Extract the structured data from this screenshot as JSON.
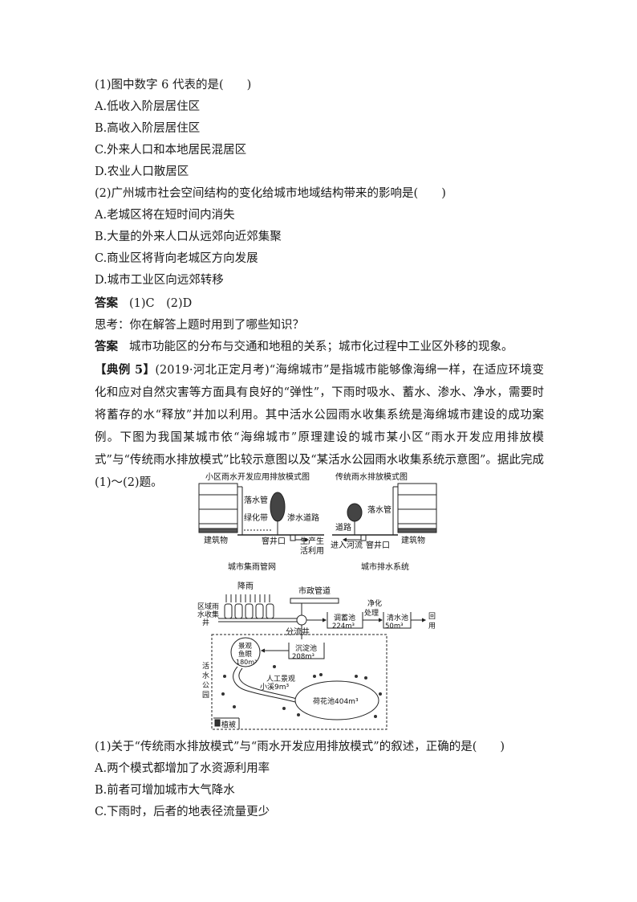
{
  "q1": {
    "stem": "(1)图中数字 6 代表的是(　　)",
    "options": [
      "A.低收入阶层居住区",
      "B.高收入阶层居住区",
      "C.外来人口和本地居民混居区",
      "D.农业人口散居区"
    ]
  },
  "q2": {
    "stem": "(2)广州城市社会空间结构的变化给城市地域结构带来的影响是(　　)",
    "options": [
      "A.老城区将在短时间内消失",
      "B.大量的外来人口从远郊向近郊集聚",
      "C.商业区将背向老城区方向发展",
      "D.城市工业区向远郊转移"
    ]
  },
  "answer1": {
    "label": "答案",
    "text": "(1)C　(2)D"
  },
  "think": "思考：你在解答上题时用到了哪些知识？",
  "answer2": {
    "label": "答案",
    "text": "城市功能区的分布与交通和地租的关系；城市化过程中工业区外移的现象。"
  },
  "example": {
    "label": "【典例 5】",
    "text": "(2019·河北正定月考)“海绵城市”是指城市能够像海绵一样，在适应环境变化和应对自然灾害等方面具有良好的“弹性”，下雨时吸水、蓄水、渗水、净水，需要时将蓄存的水“释放”并加以利用。其中活水公园雨水收集系统是海绵城市建设的成功案例。下图为我国某城市依“海绵城市”原理建设的城市某小区“雨水开发应用排放模式”与“传统雨水排放模式”比较示意图以及“某活水公园雨水收集系统示意图”。据此完成(1)～(2)题。"
  },
  "figure": {
    "left_title": "小区雨水开发应用排放模式图",
    "right_title": "传统雨水排放模式图",
    "left_labels": {
      "pipe": "落水管",
      "green": "绿化带",
      "road": "渗水道路",
      "building": "建筑物",
      "well": "窨井口",
      "use1": "生产生",
      "use2": "活利用"
    },
    "right_labels": {
      "pipe": "落水管",
      "road": "道路",
      "river": "进入河流",
      "well": "窨井口",
      "building": "建筑物"
    },
    "caption_left": "城市集雨管网",
    "caption_right": "城市排水系统",
    "flow": {
      "rain": "降雨",
      "collect": [
        "区域雨",
        "水收集",
        "井"
      ],
      "municipal": "市政管道",
      "split": "分流井",
      "tank1_name": "调蓄池",
      "tank1_vol": "224m³",
      "purify": [
        "净化",
        "处理"
      ],
      "tank2_name": "清水池",
      "tank2_vol": "50m³",
      "reuse": [
        "回",
        "用"
      ],
      "sediment_name": "沉淀池",
      "sediment_vol": "208m³",
      "eye": [
        "景观",
        "鱼眼",
        "180m³"
      ],
      "stream": [
        "人工景观",
        "小溪9m³"
      ],
      "lotus": "荷花池404m³",
      "park": [
        "活",
        "水",
        "公",
        "园"
      ],
      "legend": "植被"
    }
  },
  "q3": {
    "stem": "(1)关于“传统雨水排放模式”与“雨水开发应用排放模式”的叙述，正确的是(　　)",
    "options": [
      "A.两个模式都增加了水资源利用率",
      "B.前者可增加城市大气降水",
      "C.下雨时，后者的地表径流量更少"
    ]
  }
}
